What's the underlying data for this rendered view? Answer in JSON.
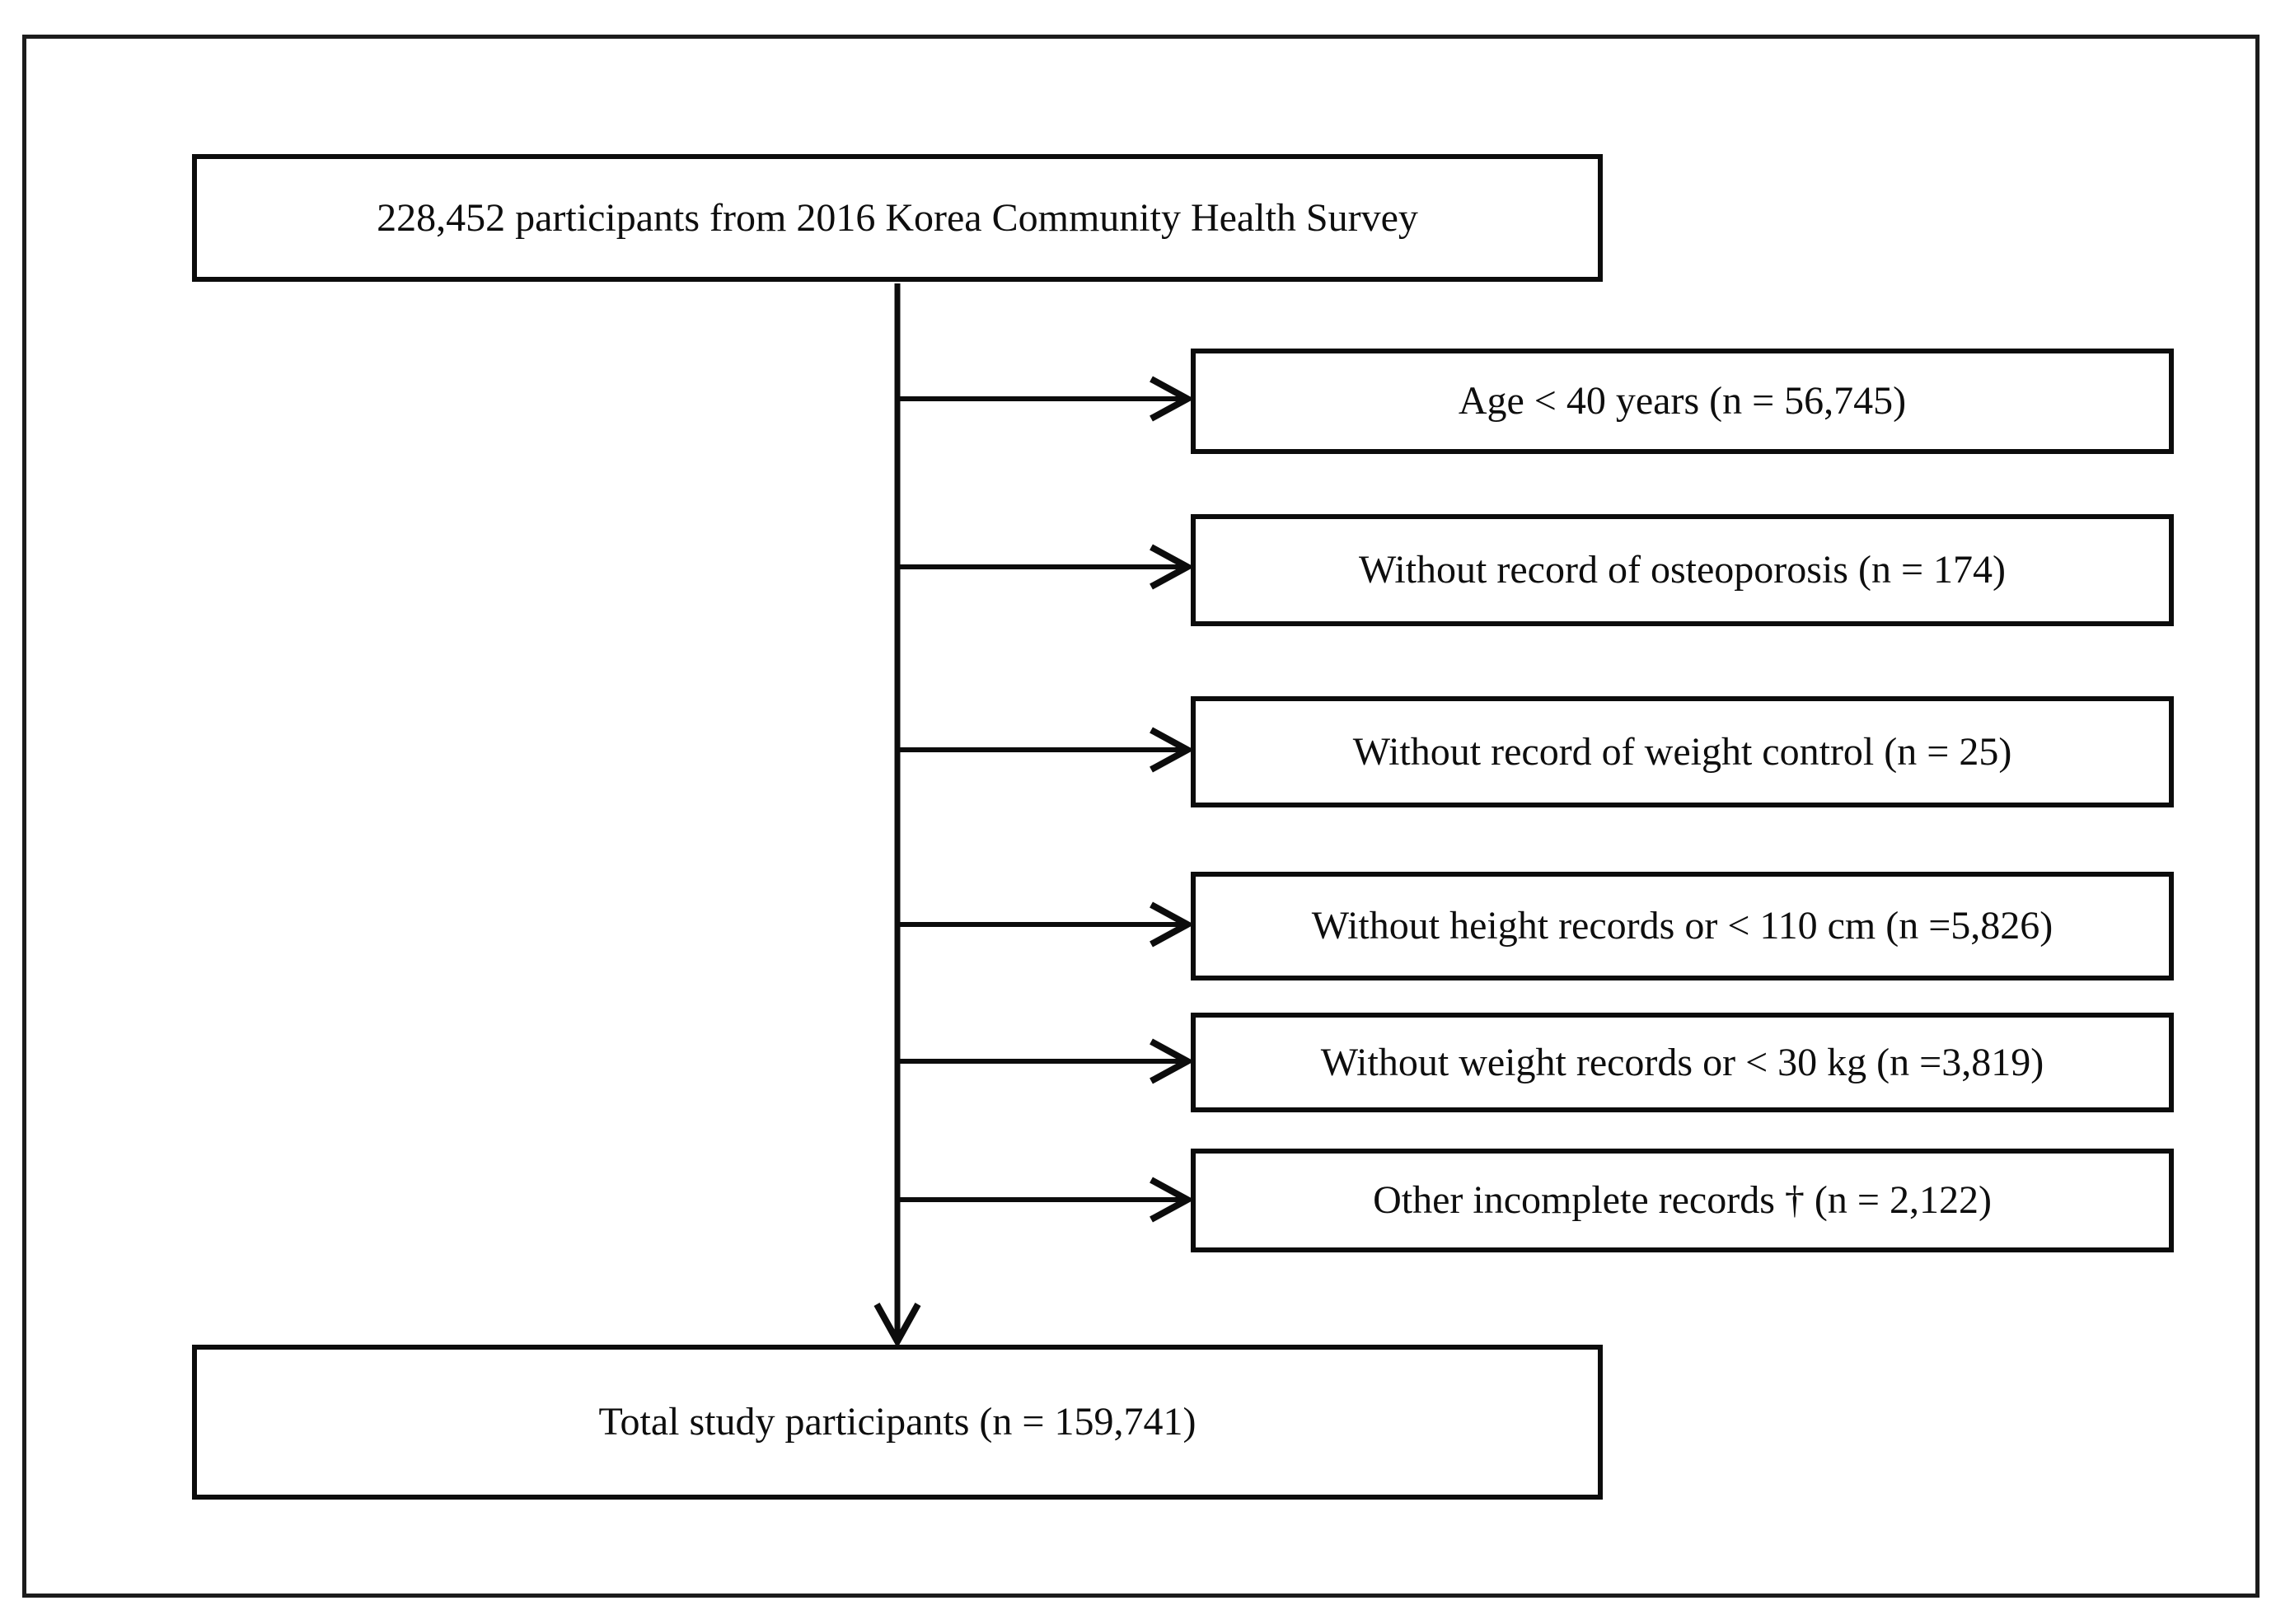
{
  "diagram": {
    "type": "study-flowchart",
    "source": {
      "label": "228,452 participants from 2016 Korea Community Health Survey",
      "n": "228,452"
    },
    "exclusions": [
      {
        "label": "Age < 40 years (n = 56,745)",
        "n": "56,745"
      },
      {
        "label": "Without record of osteoporosis (n = 174)",
        "n": "174"
      },
      {
        "label": "Without record of weight control (n = 25)",
        "n": "25"
      },
      {
        "label": "Without height records or < 110 cm (n =5,826)",
        "n": "5,826"
      },
      {
        "label": "Without weight records or < 30 kg (n =3,819)",
        "n": "3,819"
      },
      {
        "label": "Other incomplete records † (n = 2,122)",
        "n": "2,122"
      }
    ],
    "result": {
      "label": "Total study participants (n = 159,741)",
      "n": "159,741"
    },
    "colors": {
      "border": "#0c0c0c",
      "frame": "#1c1c1c",
      "background": "#ffffff",
      "text": "#0e0e0e"
    }
  }
}
